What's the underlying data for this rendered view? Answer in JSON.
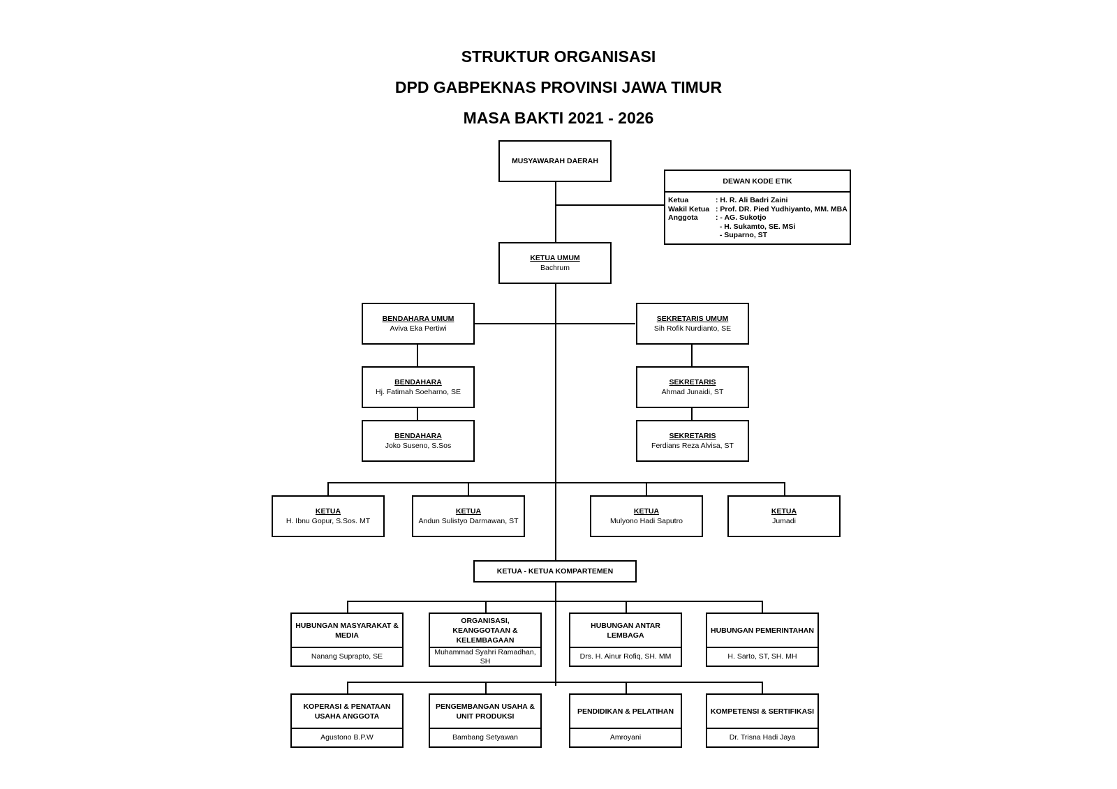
{
  "header": {
    "line1": "STRUKTUR ORGANISASI",
    "line2": "DPD GABPEKNAS PROVINSI JAWA TIMUR",
    "line3": "MASA BAKTI 2021 - 2026"
  },
  "musda": {
    "label": "MUSYAWARAH DAERAH"
  },
  "dewan_kode_etik": {
    "title": "DEWAN KODE ETIK",
    "rows": [
      {
        "label": "Ketua",
        "value": ": H. R. Ali Badri Zaini"
      },
      {
        "label": "Wakil Ketua",
        "value": ": Prof. DR. Pied Yudhiyanto, MM. MBA"
      },
      {
        "label": "Anggota",
        "value": ": - AG. Sukotjo"
      },
      {
        "label": "",
        "value": "  - H. Sukamto, SE. MSi"
      },
      {
        "label": "",
        "value": "  - Suparno, ST"
      }
    ]
  },
  "ketua_umum": {
    "role": "KETUA UMUM",
    "name": "Bachrum"
  },
  "bendahara_umum": {
    "role": "BENDAHARA UMUM",
    "name": "Aviva Eka Pertiwi"
  },
  "bendahara_1": {
    "role": "BENDAHARA",
    "name": "Hj. Fatimah Soeharno, SE"
  },
  "bendahara_2": {
    "role": "BENDAHARA",
    "name": "Joko Suseno, S.Sos"
  },
  "sekretaris_umum": {
    "role": "SEKRETARIS UMUM",
    "name": "Sih Rofik Nurdianto, SE"
  },
  "sekretaris_1": {
    "role": "SEKRETARIS",
    "name": "Ahmad Junaidi, ST"
  },
  "sekretaris_2": {
    "role": "SEKRETARIS",
    "name": "Ferdians Reza Alvisa, ST"
  },
  "ketua_list": [
    {
      "role": "KETUA",
      "name": "H. Ibnu Gopur, S.Sos. MT"
    },
    {
      "role": "KETUA",
      "name": "Andun Sulistyo Darmawan, ST"
    },
    {
      "role": "KETUA",
      "name": "Mulyono Hadi Saputro"
    },
    {
      "role": "KETUA",
      "name": "Jumadi"
    }
  ],
  "kompartemen": {
    "label": "KETUA - KETUA KOMPARTEMEN",
    "row1": [
      {
        "title": "HUBUNGAN MASYARAKAT & MEDIA",
        "name": "Nanang Suprapto, SE"
      },
      {
        "title": "ORGANISASI, KEANGGOTAAN & KELEMBAGAAN",
        "name": "Muhammad Syahri Ramadhan, SH"
      },
      {
        "title": "HUBUNGAN ANTAR LEMBAGA",
        "name": "Drs. H. Ainur Rofiq, SH. MM"
      },
      {
        "title": "HUBUNGAN PEMERINTAHAN",
        "name": "H. Sarto, ST, SH. MH"
      }
    ],
    "row2": [
      {
        "title": "KOPERASI & PENATAAN USAHA ANGGOTA",
        "name": "Agustono B.P.W"
      },
      {
        "title": "PENGEMBANGAN USAHA & UNIT PRODUKSI",
        "name": "Bambang Setyawan"
      },
      {
        "title": "PENDIDIKAN & PELATIHAN",
        "name": "Amroyani"
      },
      {
        "title": "KOMPETENSI & SERTIFIKASI",
        "name": "Dr. Trisna Hadi Jaya"
      }
    ]
  }
}
